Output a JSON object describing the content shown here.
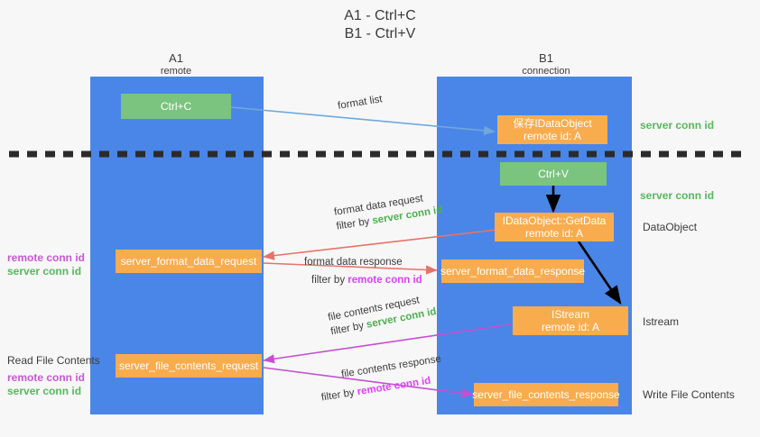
{
  "title": "A1 - Ctrl+C\nB1 - Ctrl+V",
  "lanes": [
    {
      "name": "A1",
      "sub": "remote"
    },
    {
      "name": "B1",
      "sub": "connection"
    }
  ],
  "nodes": {
    "ctrl_c": {
      "line1": "Ctrl+C",
      "line2": ""
    },
    "save_idataobject": {
      "line1": "保存IDataObject",
      "line2": "remote id: A"
    },
    "ctrl_v": {
      "line1": "Ctrl+V",
      "line2": ""
    },
    "getdata": {
      "line1": "IDataObject::GetData",
      "line2": "remote id: A"
    },
    "format_data_request": {
      "line1": "server_format_data_request",
      "line2": ""
    },
    "format_data_response": {
      "line1": "server_format_data_response",
      "line2": ""
    },
    "istream": {
      "line1": "IStream",
      "line2": "remote id: A"
    },
    "file_contents_request": {
      "line1": "server_file_contents_request",
      "line2": ""
    },
    "file_contents_response": {
      "line1": "server_file_contents_response",
      "line2": ""
    }
  },
  "edges": {
    "format_list": "format list",
    "format_data_request_l1": "format data request",
    "format_data_request_l2_prefix": "filter by ",
    "format_data_request_l2_key": "server conn id",
    "format_data_response_l1": "format data response",
    "format_data_response_l2_prefix": "filter by ",
    "format_data_response_l2_key": "remote conn id",
    "file_contents_request_l1": "file contents request",
    "file_contents_request_l2_prefix": "filter by ",
    "file_contents_request_l2_key": "server conn id",
    "file_contents_response_l1": "file contents response",
    "file_contents_response_l2_prefix": "filter by ",
    "file_contents_response_l2_key": "remote conn id"
  },
  "annotations": {
    "right_server_conn_id_top": "server conn id",
    "right_server_conn_id_mid": "server conn id",
    "right_dataobject": "DataObject",
    "right_istream": "Istream",
    "right_write_file_contents": "Write File Contents",
    "left_remote_conn_id_1": "remote conn id",
    "left_server_conn_id_1": "server conn id",
    "left_read_file_contents": "Read File Contents",
    "left_remote_conn_id_2": "remote conn id",
    "left_server_conn_id_2": "server conn id"
  },
  "colors": {
    "lane": "#4a86e8",
    "green_node": "#7bc47f",
    "orange_node": "#f9ac4e",
    "blue_arrow": "#6fa8dc",
    "red_arrow": "#e8726a",
    "magenta_arrow": "#c64fd0",
    "black_arrow": "#000000",
    "green_text": "#57b85c",
    "magenta_text": "#c956d6",
    "background": "#f7f7f7"
  }
}
